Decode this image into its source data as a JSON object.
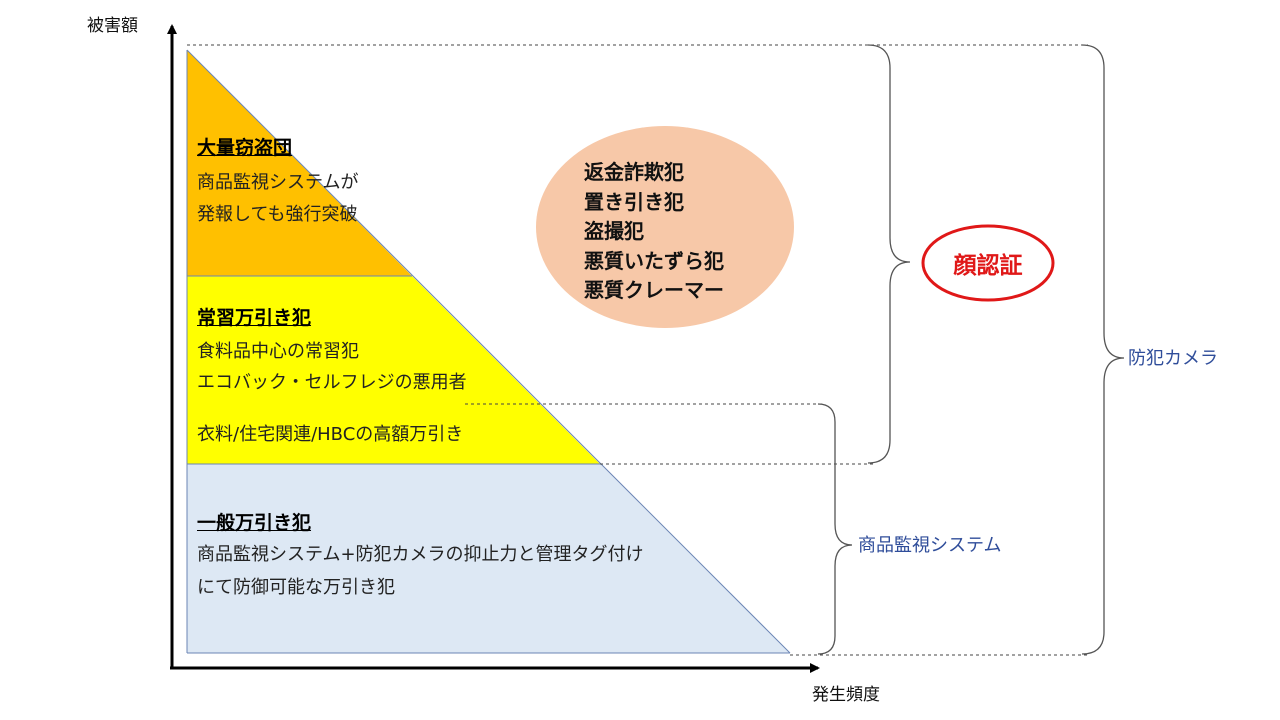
{
  "axes": {
    "y_label": "被害額",
    "x_label": "発生頻度"
  },
  "tiers": [
    {
      "title": "大量窃盗団",
      "lines": [
        "商品監視システムが",
        "発報しても強行突破"
      ],
      "color": "#ffc000"
    },
    {
      "title": "常習万引き犯",
      "lines": [
        "食料品中心の常習犯",
        "エコバック・セルフレジの悪用者",
        "衣料/住宅関連/HBCの高額万引き"
      ],
      "color": "#ffff00"
    },
    {
      "title": "一般万引き犯",
      "lines": [
        "商品監視システム+防犯カメラの抑止力と管理タグ付け",
        "にて防御可能な万引き犯"
      ],
      "color": "#dde8f4"
    }
  ],
  "crime_list": [
    "返金詐欺犯",
    "置き引き犯",
    "盗撮犯",
    "悪質いたずら犯",
    "悪質クレーマー"
  ],
  "crime_bubble_color": "#f7c8a8",
  "brackets": {
    "face_recognition": "顔認証",
    "merchandise_system": "商品監視システム",
    "security_camera": "防犯カメラ"
  },
  "colors": {
    "face_red": "#e01818",
    "label_blue": "#2f4d9a"
  }
}
